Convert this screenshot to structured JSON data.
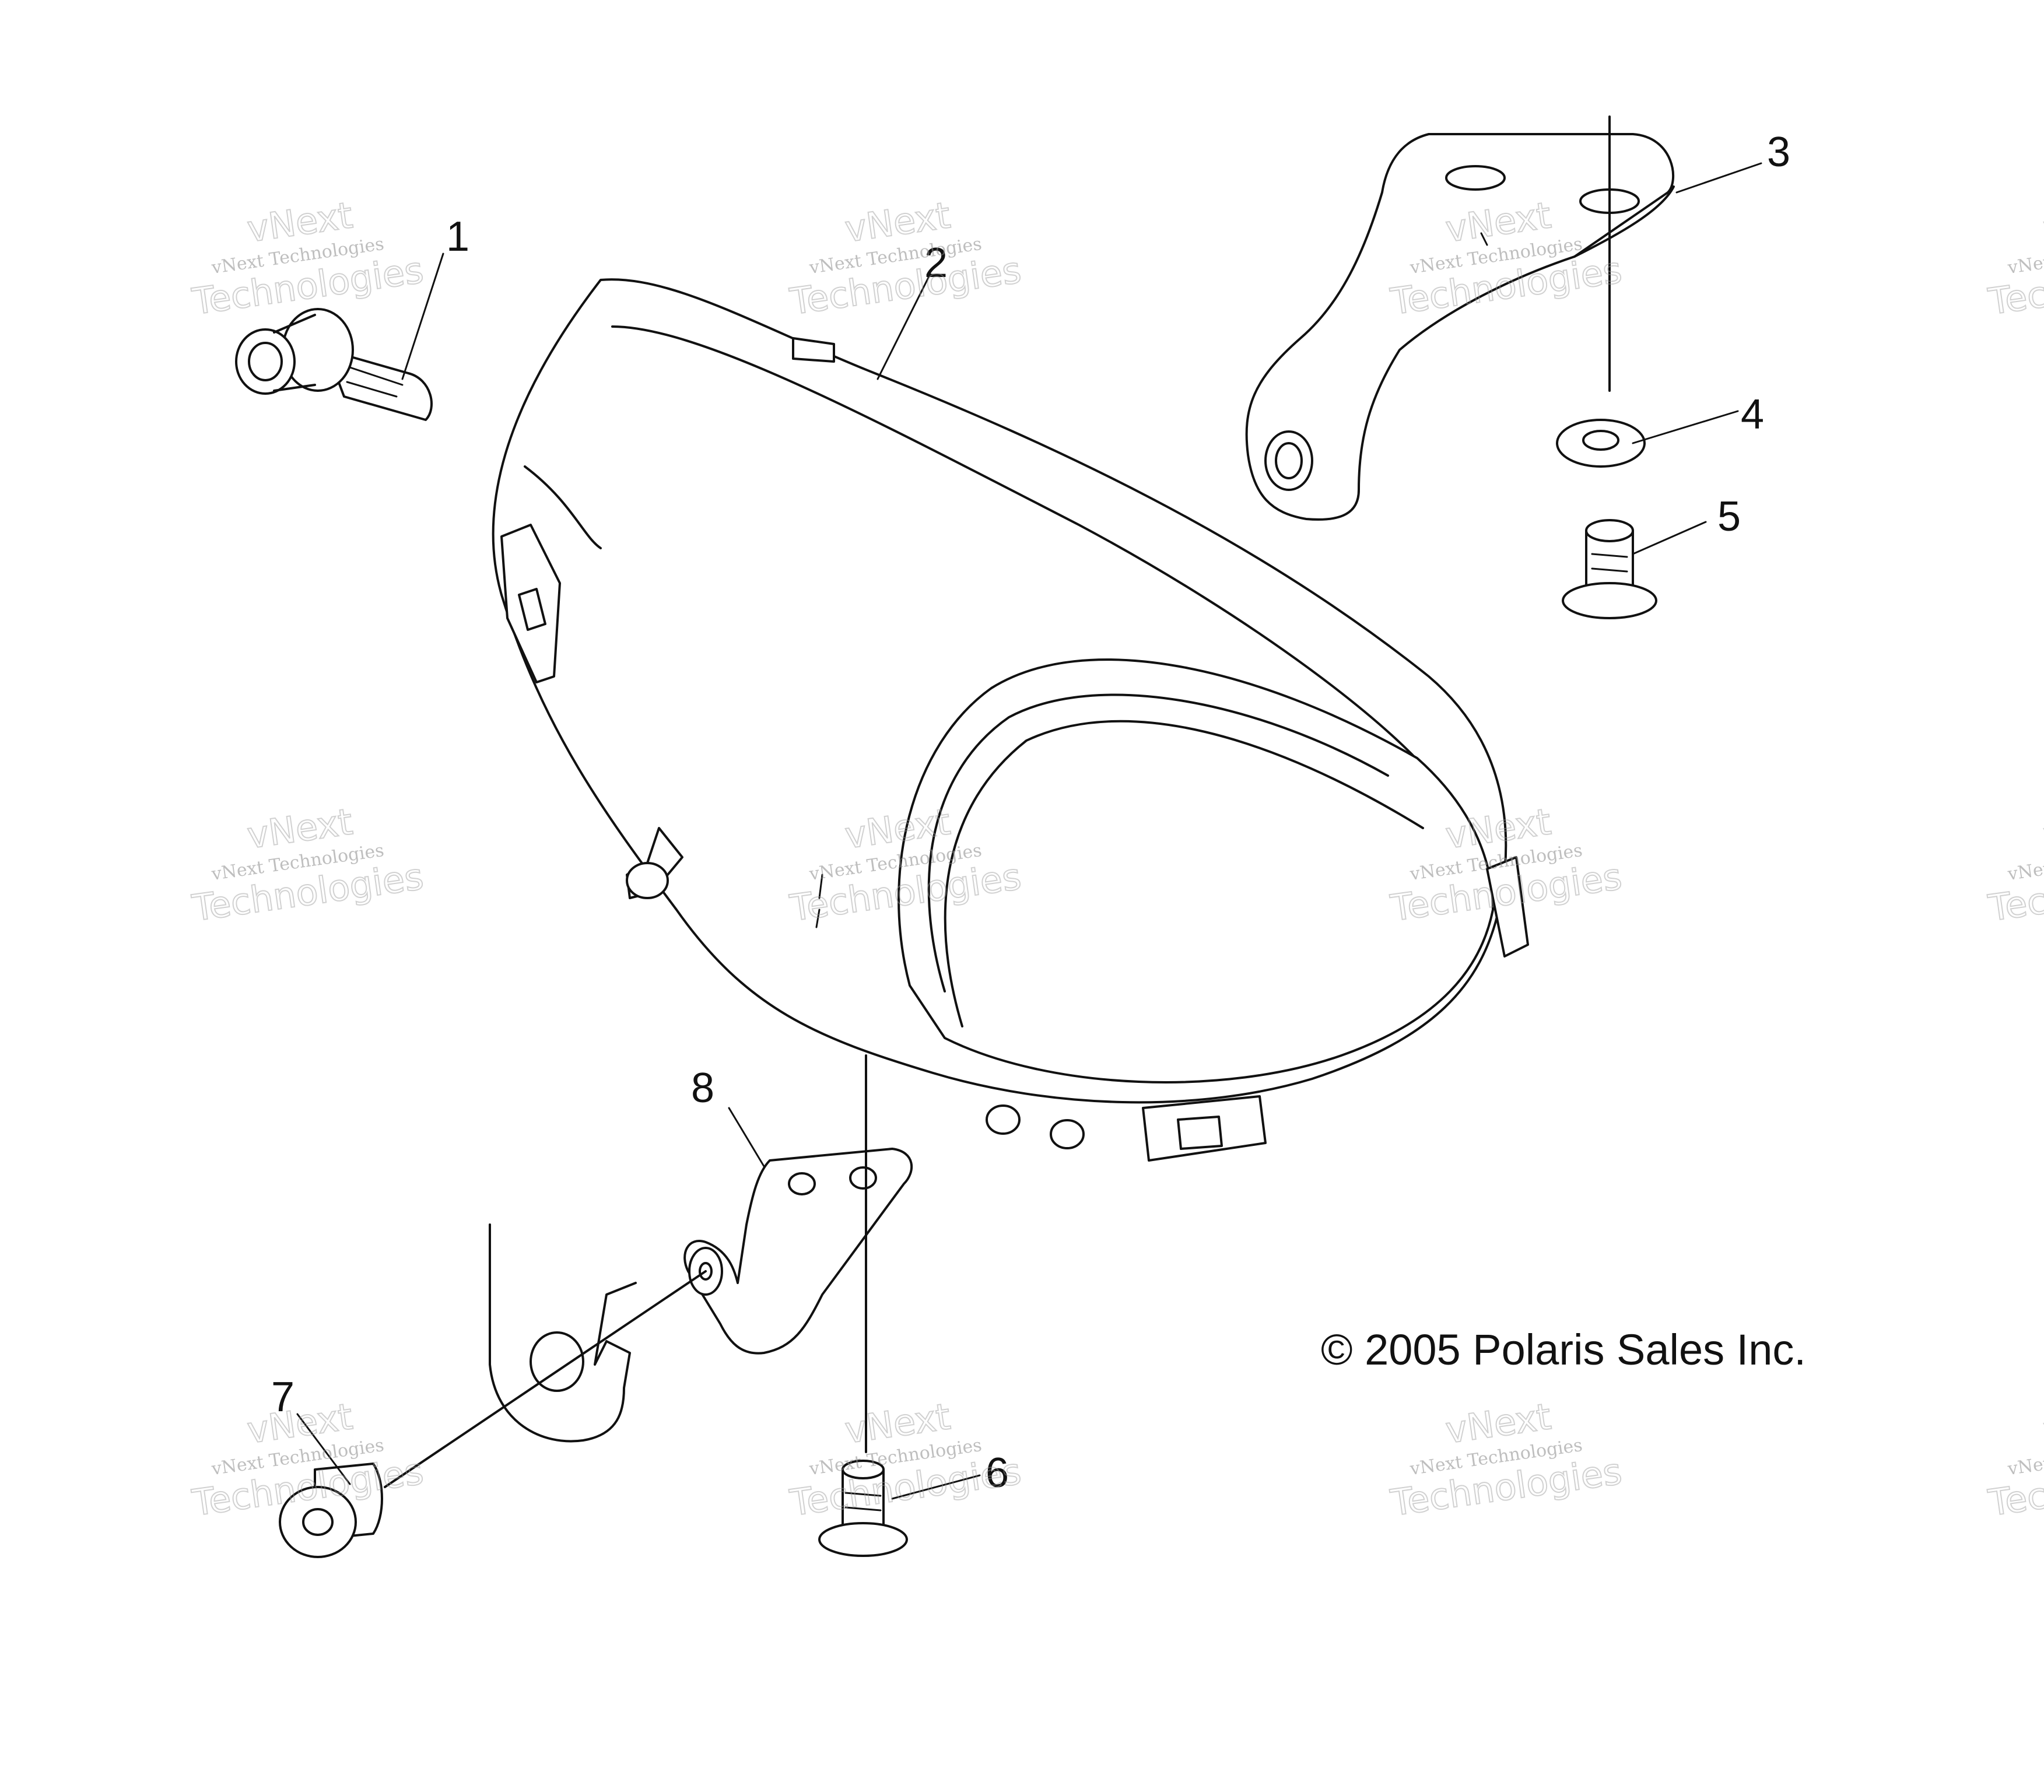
{
  "callouts": [
    "1",
    "2",
    "3",
    "4",
    "5",
    "6",
    "7",
    "8"
  ],
  "copyright": "© 2005 Polaris Sales Inc.",
  "watermark": {
    "line_small": "vNext Technologies",
    "line_big_top": "vNext",
    "line_big_bottom": "Technologies"
  },
  "colors": {
    "ink": "#111111",
    "background": "#ffffff",
    "watermark": "#9a9a9a"
  }
}
